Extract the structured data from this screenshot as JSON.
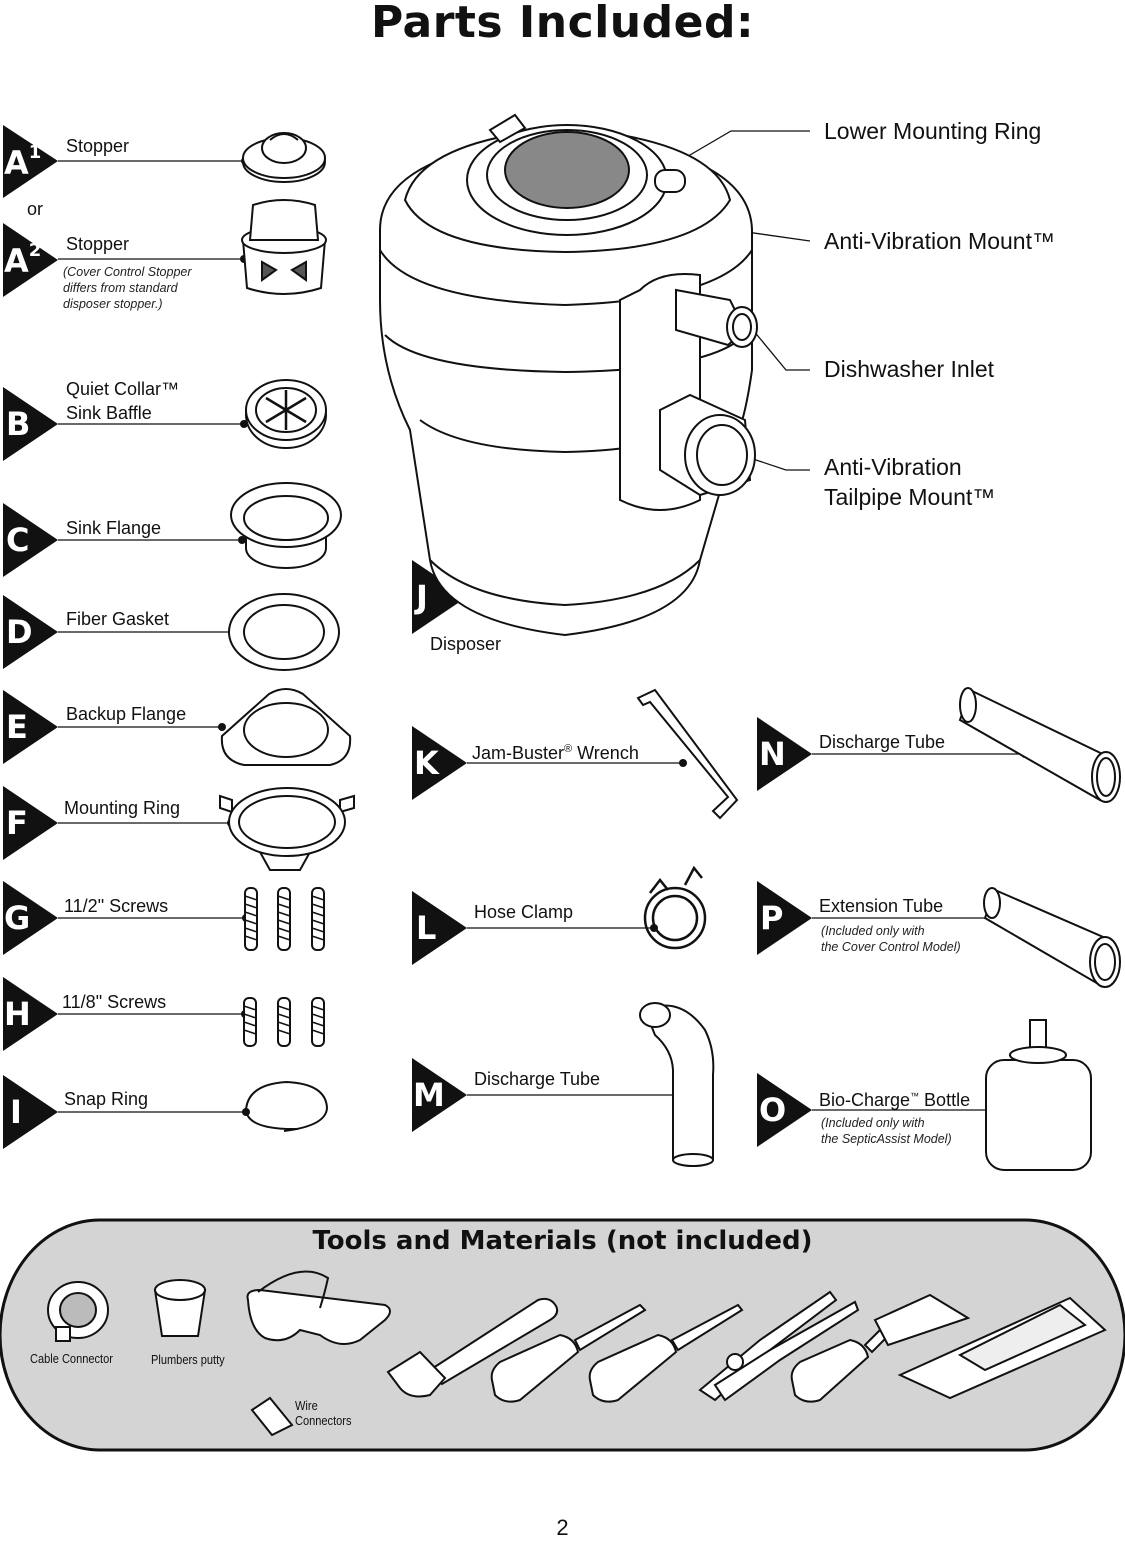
{
  "title": "Parts Included:",
  "or_text": "or",
  "parts": {
    "A1": {
      "letter": "A",
      "sup": "1",
      "label": "Stopper"
    },
    "A2": {
      "letter": "A",
      "sup": "2",
      "label": "Stopper",
      "note_line1": "(Cover Control Stopper",
      "note_line2": "differs from standard",
      "note_line3": "disposer stopper.)"
    },
    "B": {
      "letter": "B",
      "label_line1": "Quiet Collar™",
      "label_line2": "Sink Baffle"
    },
    "C": {
      "letter": "C",
      "label": "Sink Flange"
    },
    "D": {
      "letter": "D",
      "label": "Fiber Gasket"
    },
    "E": {
      "letter": "E",
      "label": "Backup Flange"
    },
    "F": {
      "letter": "F",
      "label": "Mounting Ring"
    },
    "G": {
      "letter": "G",
      "label": "11/2\" Screws"
    },
    "H": {
      "letter": "H",
      "label": "11/8\" Screws"
    },
    "I": {
      "letter": "I",
      "label": "Snap Ring"
    },
    "J": {
      "letter": "J",
      "label": "Disposer"
    },
    "K": {
      "letter": "K",
      "label": "Jam-Buster",
      "label_sup": "®",
      "label_rest": " Wrench"
    },
    "L": {
      "letter": "L",
      "label": "Hose Clamp"
    },
    "M": {
      "letter": "M",
      "label": "Discharge Tube"
    },
    "N": {
      "letter": "N",
      "label": "Discharge Tube"
    },
    "P": {
      "letter": "P",
      "label": "Extension Tube",
      "note_line1": "(Included only with",
      "note_line2": "the Cover Control Model)"
    },
    "O": {
      "letter": "O",
      "label": "Bio-Charge",
      "label_sup": "™",
      "label_rest": " Bottle",
      "note_line1": "(Included only with",
      "note_line2": "the SepticAssist Model)"
    }
  },
  "callouts": {
    "lower_mounting_ring": "Lower Mounting Ring",
    "anti_vibration_mount": "Anti-Vibration Mount™",
    "dishwasher_inlet": "Dishwasher Inlet",
    "tailpipe_line1": "Anti-Vibration",
    "tailpipe_line2": "Tailpipe Mount™"
  },
  "tools": {
    "title": "Tools and Materials (not included)",
    "cable_connector": "Cable Connector",
    "plumbers_putty": "Plumbers putty",
    "wire_line1": "Wire",
    "wire_line2": "Connectors"
  },
  "page_number": "2"
}
